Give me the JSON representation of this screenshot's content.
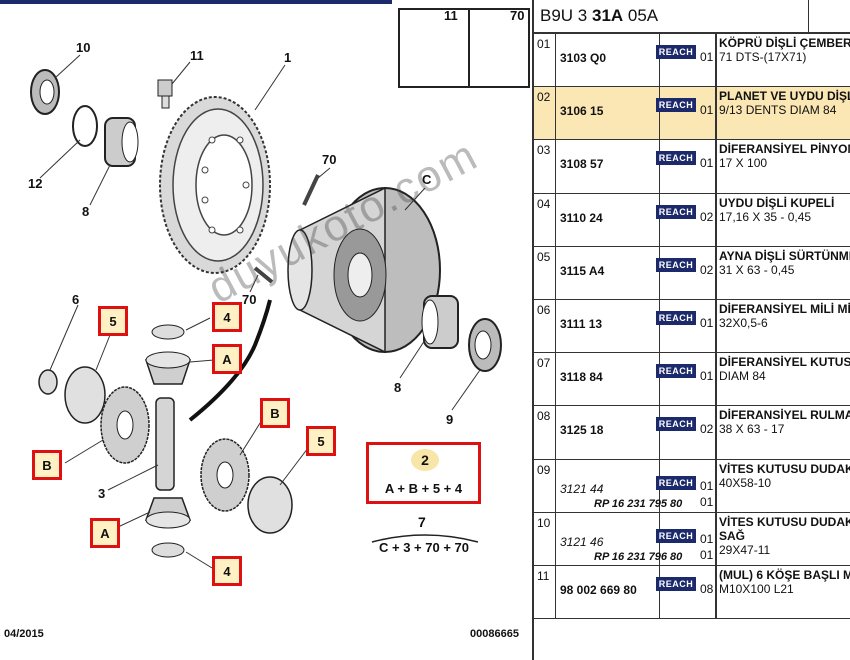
{
  "diagram": {
    "footer_date": "04/2015",
    "footer_code": "00086665",
    "watermark": "duyukoto.com",
    "inset": {
      "label_left": "11",
      "label_right": "70"
    },
    "callouts": {
      "c10": "10",
      "c11": "11",
      "c1": "1",
      "c12": "12",
      "c8a": "8",
      "c70a": "70",
      "cC": "C",
      "c70b": "70",
      "c6": "6",
      "c8b": "8",
      "c9": "9",
      "c3": "3"
    },
    "boxed": {
      "b5a": "5",
      "b4a": "4",
      "bAa": "A",
      "bBa": "B",
      "bBb": "B",
      "b5b": "5",
      "bAb": "A",
      "b4b": "4"
    },
    "formula1": {
      "num": "2",
      "text": "A + B + 5 + 4"
    },
    "formula2": {
      "num": "7",
      "text": "C + 3 + 70 + 70"
    }
  },
  "parts": {
    "header": {
      "prefix": "B9U 3 ",
      "bold": "31A",
      "suffix": " 05A"
    },
    "reach_label": "REACH",
    "rows": [
      {
        "idx": "01",
        "ref": "3103 Q0",
        "qty": "01",
        "name": "KÖPRÜ DİŞLİ ÇEMBER",
        "spec": "71 DTS-(17X71)",
        "highlight": false
      },
      {
        "idx": "02",
        "ref": "3106 15",
        "qty": "01",
        "name": "PLANET VE UYDU DİŞLİ",
        "spec": "9/13 DENTS DIAM 84",
        "highlight": true
      },
      {
        "idx": "03",
        "ref": "3108 57",
        "qty": "01",
        "name": "DİFERANSİYEL PİNYON",
        "spec": "17 X 100",
        "highlight": false
      },
      {
        "idx": "04",
        "ref": "3110 24",
        "qty": "02",
        "name": "UYDU DİŞLİ KUPELİ",
        "spec": "17,16 X 35 - 0,45",
        "highlight": false
      },
      {
        "idx": "05",
        "ref": "3115 A4",
        "qty": "02",
        "name": "AYNA DİŞLİ SÜRTÜNME",
        "spec": "31 X 63 - 0,45",
        "highlight": false
      },
      {
        "idx": "06",
        "ref": "3111 13",
        "qty": "01",
        "name": "DİFERANSİYEL MİLİ MİL",
        "spec": "32X0,5-6",
        "highlight": false
      },
      {
        "idx": "07",
        "ref": "3118 84",
        "qty": "01",
        "name": "DİFERANSİYEL KUTUSU",
        "spec": "DIAM 84",
        "highlight": false
      },
      {
        "idx": "08",
        "ref": "3125 18",
        "qty": "02",
        "name": "DİFERANSİYEL RULMAN",
        "spec": "38 X 63 - 17",
        "highlight": false
      },
      {
        "idx": "09",
        "ref": "3121 44",
        "rp": "RP 16 231 795 80",
        "qty": "01",
        "qty2": "01",
        "name": "VİTES KUTUSU DUDAKLI",
        "spec": "40X58-10",
        "highlight": false
      },
      {
        "idx": "10",
        "ref": "3121 46",
        "rp": "RP 16 231 796 80",
        "qty": "01",
        "qty2": "01",
        "name": "VİTES KUTUSU DUDAKLI",
        "spec2": "SAĞ",
        "spec": "29X47-11",
        "highlight": false
      },
      {
        "idx": "11",
        "ref": "98 002 669 80",
        "qty": "08",
        "name": "(MUL) 6 KÖŞE BAŞLI M",
        "spec": "M10X100 L21",
        "highlight": false
      }
    ]
  }
}
